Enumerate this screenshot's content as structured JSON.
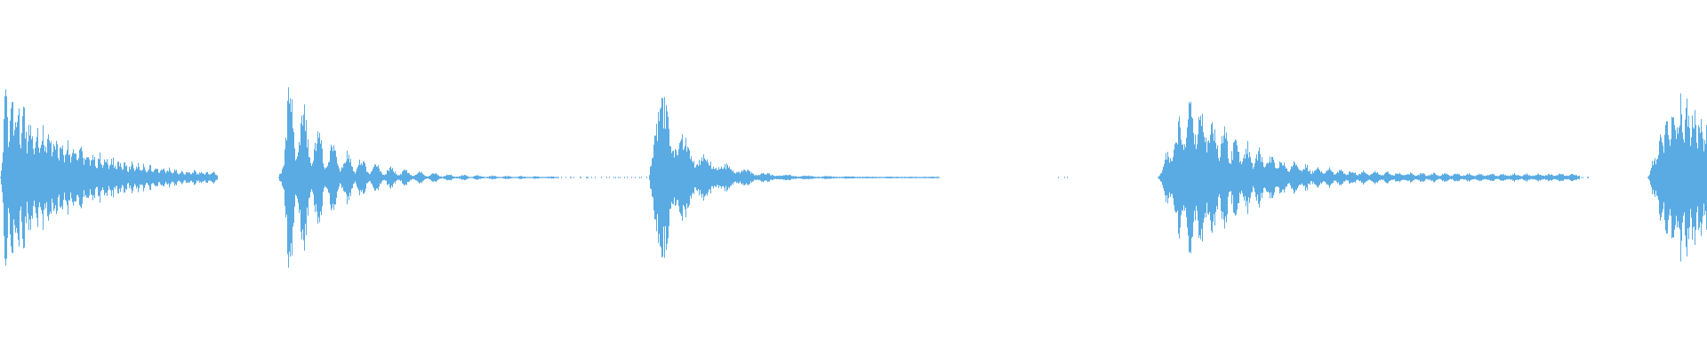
{
  "waveform": {
    "color": "#5aabe3",
    "background": "#ffffff",
    "segments": [
      {
        "name": "transient-1",
        "t_start": 0.0,
        "t_end": 0.127,
        "attack": 0.003,
        "peak": 1.0,
        "decay": 0.3,
        "floor": 0.02,
        "pulse_rate": 0.0037,
        "pulse_depth": 0.45
      },
      {
        "name": "transient-2",
        "t_start": 0.163,
        "t_end": 0.327,
        "attack": 0.006,
        "peak": 1.0,
        "decay": 0.16,
        "floor": 0.01,
        "pulse_rate": 0.0085,
        "pulse_depth": 0.75
      },
      {
        "name": "transient-3",
        "t_start": 0.38,
        "t_end": 0.55,
        "attack": 0.004,
        "peak": 1.0,
        "decay": 0.12,
        "floor": 0.008,
        "pulse_rate": 0.012,
        "pulse_depth": 0.5
      },
      {
        "name": "transient-4",
        "t_start": 0.678,
        "t_end": 0.925,
        "attack": 0.02,
        "peak": 1.0,
        "decay": 0.12,
        "floor": 0.04,
        "pulse_rate": 0.0068,
        "pulse_depth": 0.55
      },
      {
        "name": "transient-5",
        "t_start": 0.965,
        "t_end": 1.0,
        "attack": 0.015,
        "peak": 0.95,
        "decay": 0.9,
        "floor": 0.4,
        "pulse_rate": 0.004,
        "pulse_depth": 0.4
      }
    ],
    "sparse_dots": [
      {
        "t_start": 0.327,
        "t_end": 0.555,
        "density": 0.25
      },
      {
        "t_start": 0.62,
        "t_end": 0.625,
        "density": 0.5
      },
      {
        "t_start": 0.925,
        "t_end": 0.93,
        "density": 0.6
      }
    ]
  }
}
